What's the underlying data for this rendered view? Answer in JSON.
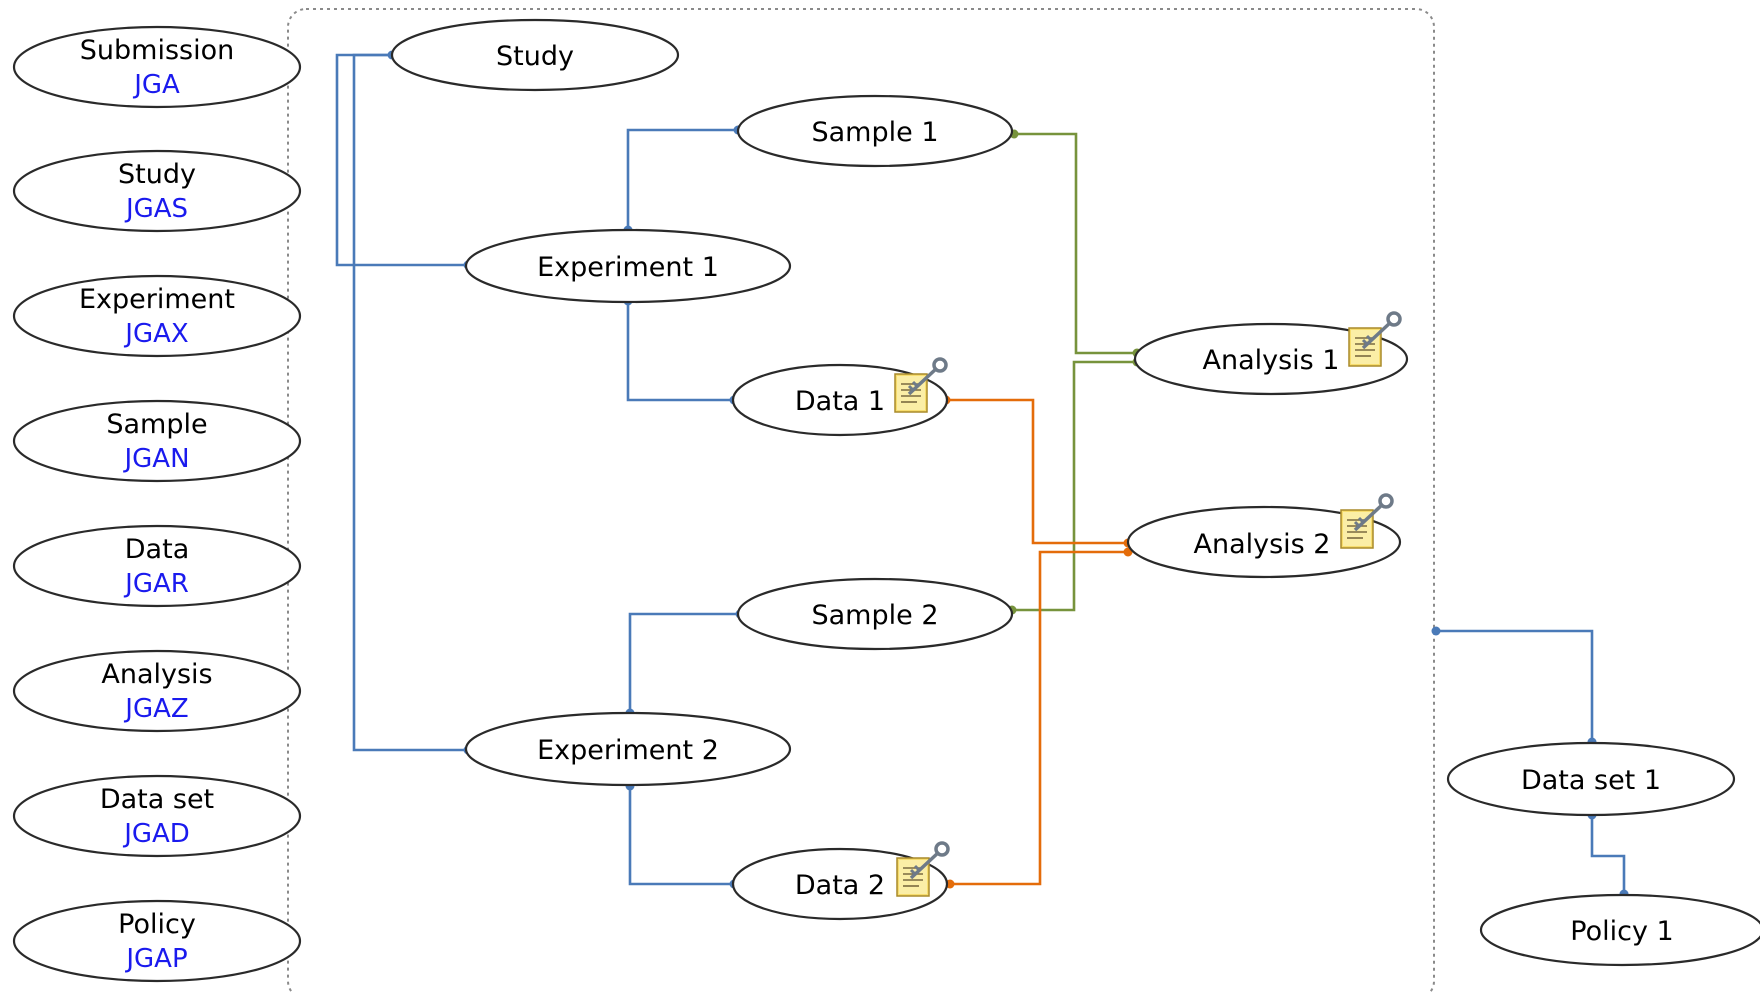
{
  "legend": [
    {
      "name": "Submission",
      "code": "JGA"
    },
    {
      "name": "Study",
      "code": "JGAS"
    },
    {
      "name": "Experiment",
      "code": "JGAX"
    },
    {
      "name": "Sample",
      "code": "JGAN"
    },
    {
      "name": "Data",
      "code": "JGAR"
    },
    {
      "name": "Analysis",
      "code": "JGAZ"
    },
    {
      "name": "Data set",
      "code": "JGAD"
    },
    {
      "name": "Policy",
      "code": "JGAP"
    }
  ],
  "nodes": {
    "study": "Study",
    "sample1": "Sample 1",
    "experiment1": "Experiment 1",
    "data1": "Data 1",
    "analysis1": "Analysis 1",
    "analysis2": "Analysis 2",
    "sample2": "Sample 2",
    "experiment2": "Experiment 2",
    "data2": "Data 2",
    "dataset1": "Data set 1",
    "policy1": "Policy 1"
  },
  "icons": [
    "document-key-icon"
  ],
  "colors": {
    "blue": "#4a7ab8",
    "green": "#77933c",
    "orange": "#e46c0a",
    "code_text": "#1a1aee"
  }
}
